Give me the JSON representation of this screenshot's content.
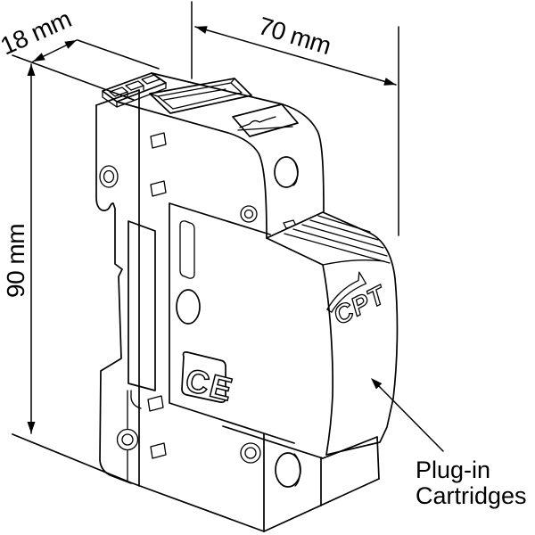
{
  "diagram": {
    "dimensions": {
      "width": "18 mm",
      "depth": "70 mm",
      "height": "90 mm"
    },
    "callout": {
      "line1": "Plug-in",
      "line2": "Cartridges"
    },
    "markings": {
      "ce_mark": "CE",
      "brand": "CPT"
    },
    "colors": {
      "line": "#000000",
      "background": "#ffffff"
    }
  }
}
